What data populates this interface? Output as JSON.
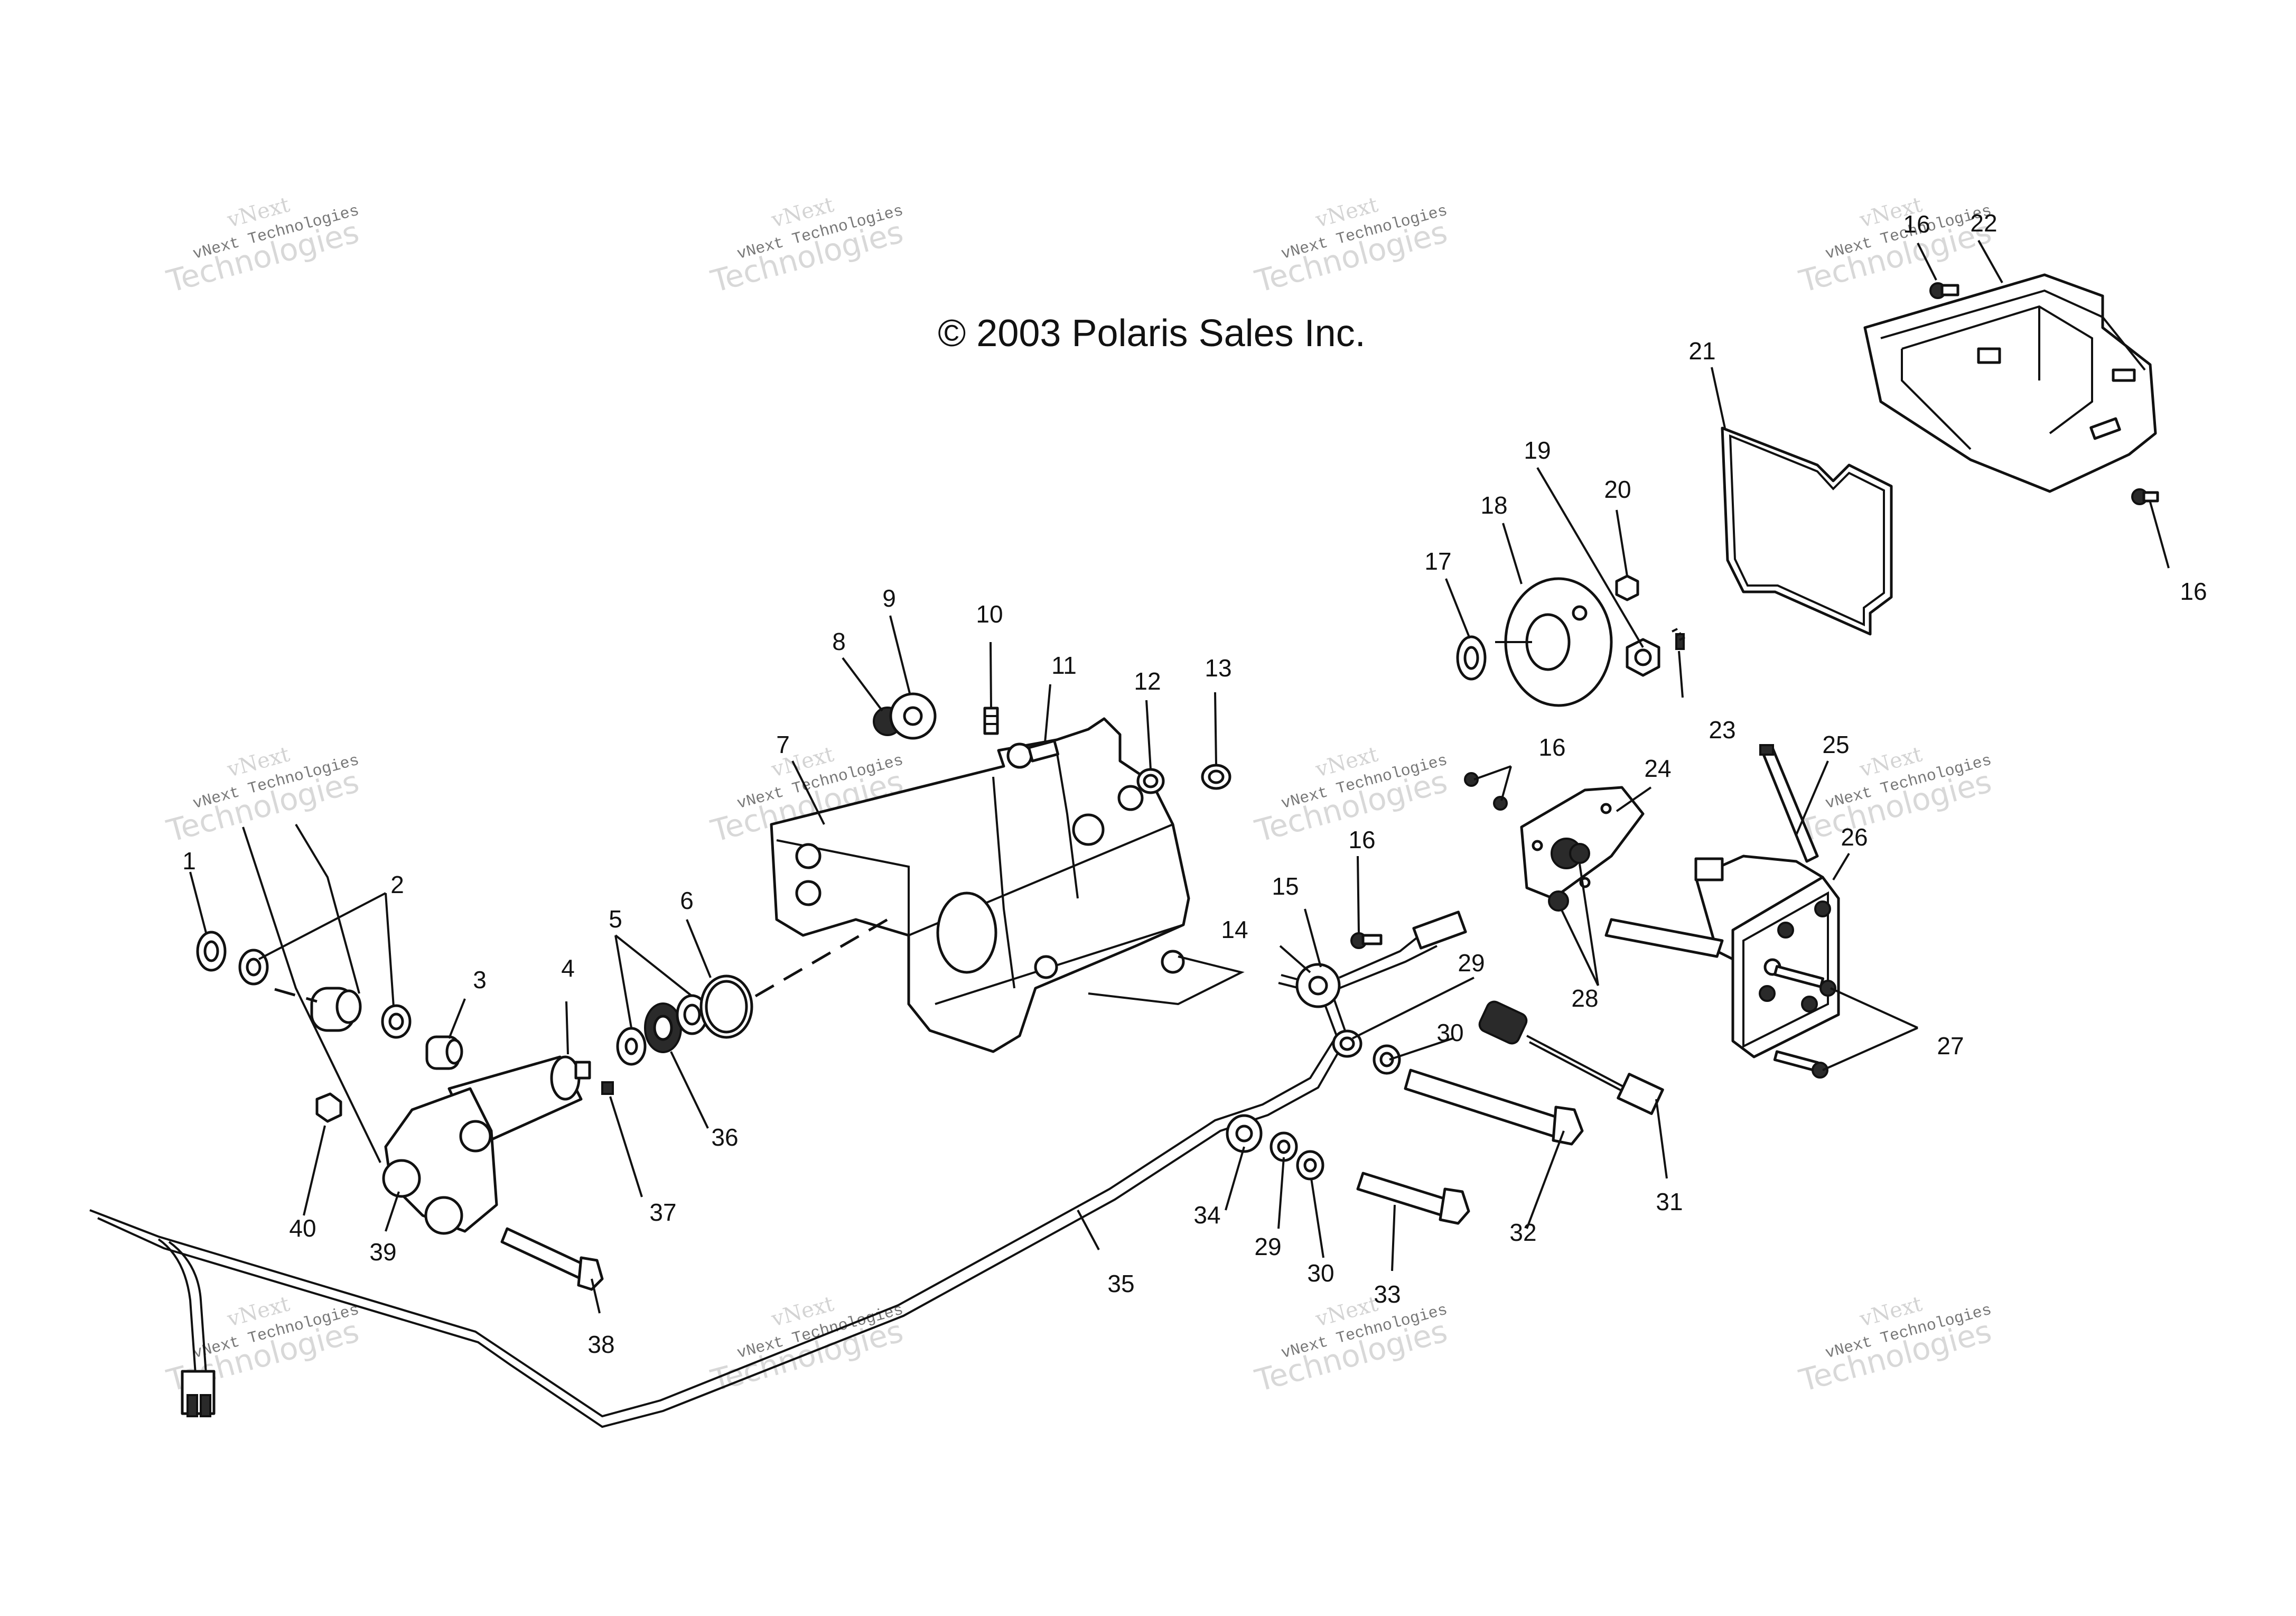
{
  "copyright": "© 2003 Polaris Sales Inc.",
  "watermark": {
    "line1": "vNext",
    "line2": "vNext Technologies",
    "line3": "Technologies"
  },
  "callouts": [
    "1",
    "2",
    "3",
    "4",
    "5",
    "6",
    "7",
    "8",
    "9",
    "10",
    "11",
    "12",
    "13",
    "14",
    "15",
    "16",
    "16",
    "16",
    "16",
    "17",
    "18",
    "19",
    "20",
    "21",
    "22",
    "23",
    "24",
    "25",
    "26",
    "27",
    "28",
    "29",
    "29",
    "30",
    "30",
    "31",
    "32",
    "33",
    "34",
    "35",
    "36",
    "37",
    "38",
    "39",
    "40"
  ]
}
